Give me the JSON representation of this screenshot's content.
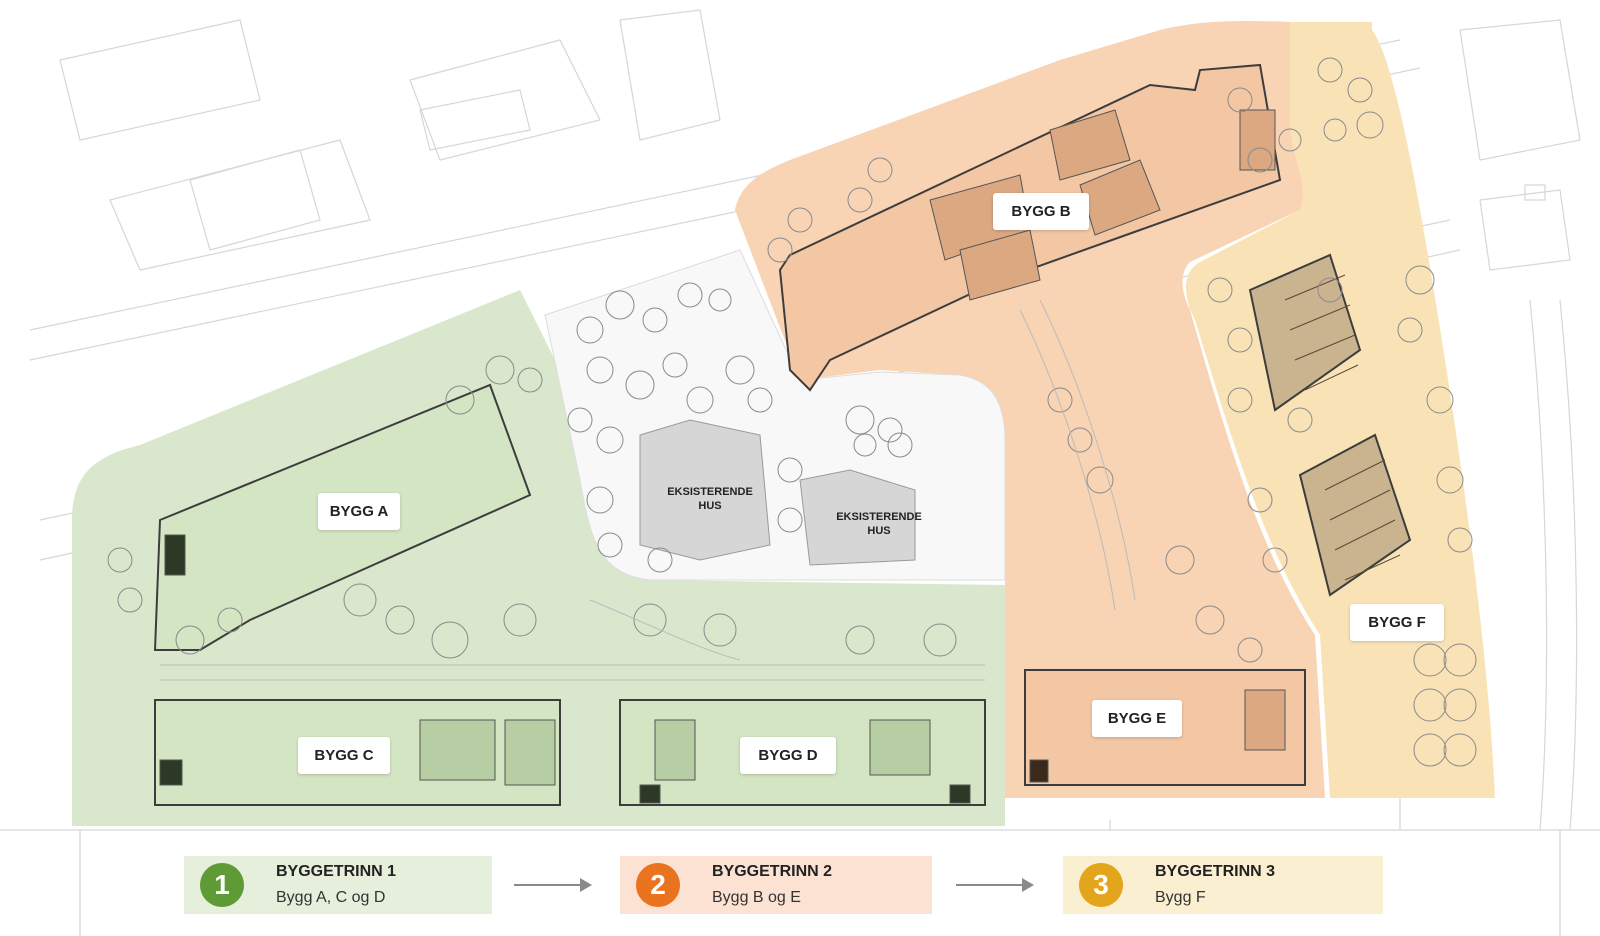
{
  "buildings": {
    "a": "BYGG A",
    "b": "BYGG B",
    "c": "BYGG C",
    "d": "BYGG D",
    "e": "BYGG E",
    "f": "BYGG F"
  },
  "existing": {
    "house1_line1": "EKSISTERENDE",
    "house1_line2": "HUS",
    "house2_line1": "EKSISTERENDE",
    "house2_line2": "HUS"
  },
  "phases": [
    {
      "number": "1",
      "title": "BYGGETRINN 1",
      "subtitle": "Bygg A, C og D",
      "color": "#5e9a36",
      "fill": "#e6eedc"
    },
    {
      "number": "2",
      "title": "BYGGETRINN 2",
      "subtitle": "Bygg B og E",
      "color": "#e9731f",
      "fill": "#fbe2d2"
    },
    {
      "number": "3",
      "title": "BYGGETRINN 3",
      "subtitle": "Bygg F",
      "color": "#e3a51c",
      "fill": "#fbefd2"
    }
  ],
  "zone_colors": {
    "phase1": "#d9e8cc",
    "phase2": "#f8d3b4",
    "phase3": "#f9e3b6"
  },
  "icons": {
    "arrow": "arrow-right-icon",
    "tree": "tree-icon"
  }
}
